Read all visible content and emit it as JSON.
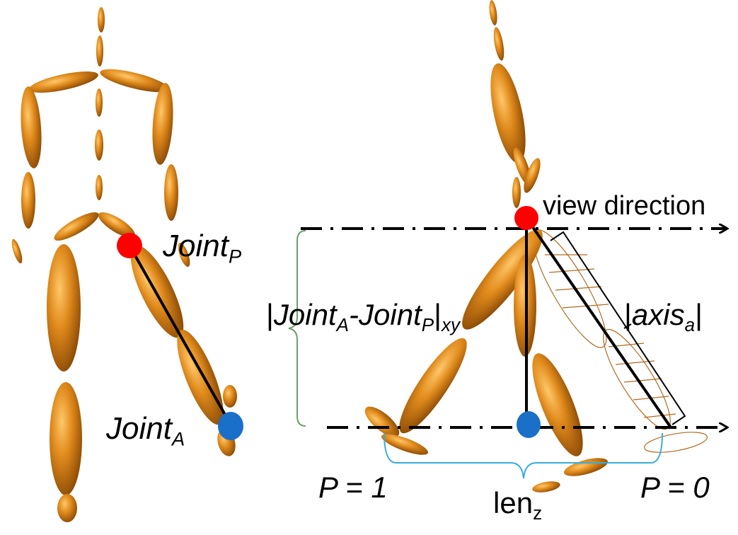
{
  "colors": {
    "limb": "#cc7a12",
    "joint_p": "#ff0000",
    "joint_a": "#1a6fc8",
    "bracket_green": "#6aa16a",
    "bracket_cyan": "#3aacdc",
    "ink": "#000000"
  },
  "labels": {
    "joint_p": {
      "base": "Joint",
      "sub": "P"
    },
    "joint_a": {
      "base": "Joint",
      "sub": "A"
    },
    "view_direction": "view direction",
    "distance": {
      "open": "|",
      "a": "Joint",
      "a_sub": "A",
      "dash": "-",
      "b": "Joint",
      "b_sub": "P",
      "close": "|",
      "sub": "xy"
    },
    "axis": {
      "open": "|",
      "base": "axis",
      "sub": "a",
      "close": "|"
    },
    "p_one": "P = 1",
    "p_zero": "P = 0",
    "len": {
      "base": "len",
      "sub": "z"
    }
  }
}
